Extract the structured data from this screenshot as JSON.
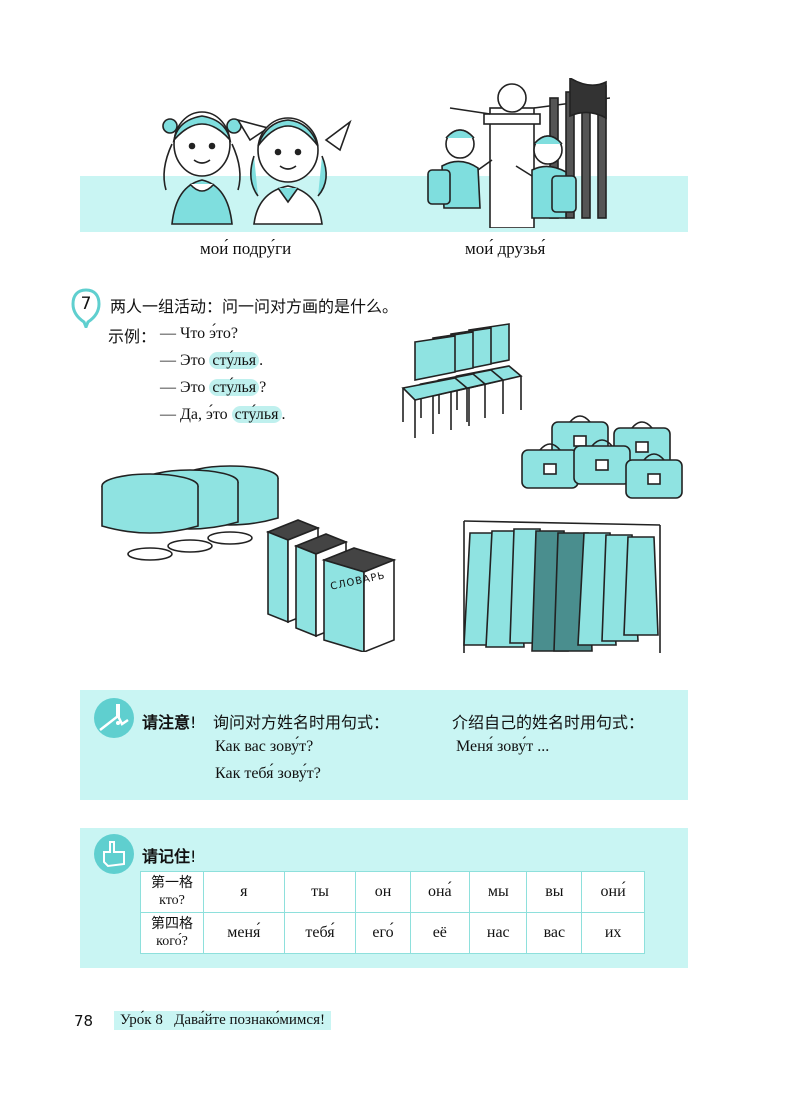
{
  "top_figure": {
    "caption_left": "мои́ подру́ги",
    "caption_right": "мои́ друзья́"
  },
  "exercise7": {
    "number": "7",
    "instruction": "两人一组活动：问一问对方画的是什么。",
    "example_label": "示例：",
    "lines": [
      {
        "dash": "—",
        "pre": "Что э́то?",
        "hl": "",
        "post": ""
      },
      {
        "dash": "—",
        "pre": "Это ",
        "hl": "сту́лья",
        "post": "."
      },
      {
        "dash": "—",
        "pre": "Это ",
        "hl": "сту́лья",
        "post": "?"
      },
      {
        "dash": "—",
        "pre": "Да, э́то ",
        "hl": "сту́лья",
        "post": "."
      }
    ],
    "book_spine_text": "СЛОВАРЬ"
  },
  "note_box": {
    "title": "请注意",
    "title_mark": "!",
    "left_heading": "询问对方姓名时用句式：",
    "left_lines": [
      "Как вас зову́т?",
      "Как тебя́ зову́т?"
    ],
    "right_heading": "介绍自己的姓名时用句式：",
    "right_lines": [
      "Меня́ зову́т ..."
    ]
  },
  "remember_box": {
    "title": "请记住",
    "title_mark": "!",
    "rows": [
      {
        "case": "第一格",
        "question": "кто?",
        "cells": [
          "я",
          "ты",
          "он",
          "она́",
          "мы",
          "вы",
          "они́"
        ]
      },
      {
        "case": "第四格",
        "question": "кого́?",
        "cells": [
          "меня́",
          "тебя́",
          "его́",
          "её",
          "нас",
          "вас",
          "их"
        ]
      }
    ]
  },
  "footer": {
    "page_number": "78",
    "lesson": "Уро́к 8",
    "lesson_title": "Дава́йте познако́мимся!"
  },
  "colors": {
    "band": "#c9f5f3",
    "accent": "#5fcfcf",
    "highlight": "#bff0ee"
  }
}
